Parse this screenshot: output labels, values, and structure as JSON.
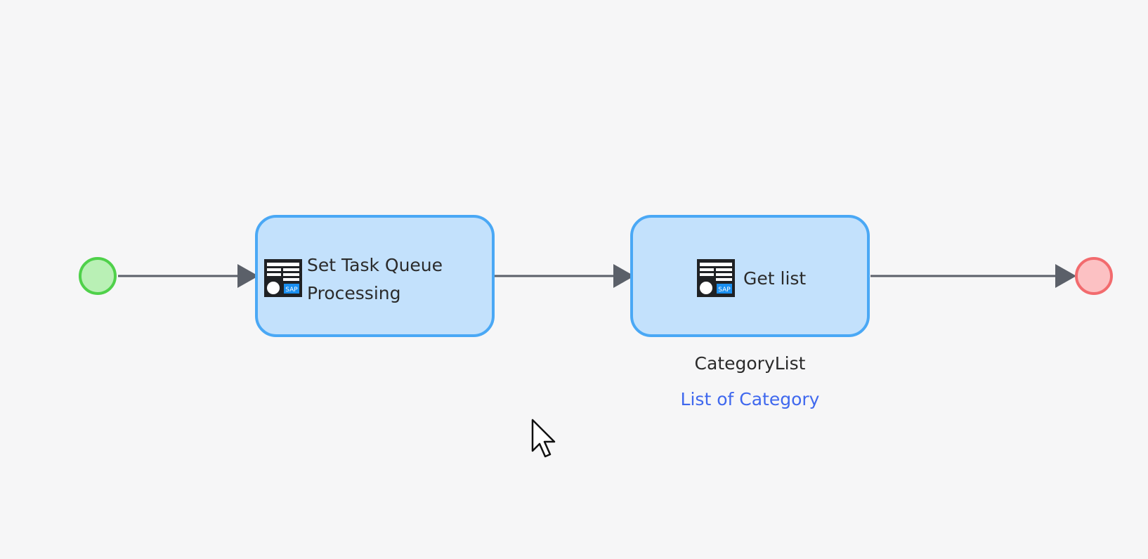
{
  "diagram": {
    "nodes": {
      "start": {
        "type": "start-event",
        "color": "#b9f0b5",
        "stroke": "#4fd14a"
      },
      "activity1": {
        "type": "activity",
        "label_line1": "Set Task Queue",
        "label_line2": "Processing",
        "icon": "sap-odata-table-icon"
      },
      "activity2": {
        "type": "activity",
        "label": "Get list",
        "icon": "sap-odata-table-icon",
        "output_variable": "CategoryList",
        "output_type": "List of Category"
      },
      "end": {
        "type": "end-event",
        "color": "#fcc1c3",
        "stroke": "#f26b6e"
      }
    },
    "edges": [
      {
        "from": "start",
        "to": "activity1"
      },
      {
        "from": "activity1",
        "to": "activity2"
      },
      {
        "from": "activity2",
        "to": "end"
      }
    ],
    "colors": {
      "activity_fill": "#c3e1fc",
      "activity_border": "#4aa8f5",
      "connector": "#5b6069",
      "type_link": "#3f68ee"
    }
  },
  "cursor": {
    "icon": "mouse-pointer-icon"
  }
}
